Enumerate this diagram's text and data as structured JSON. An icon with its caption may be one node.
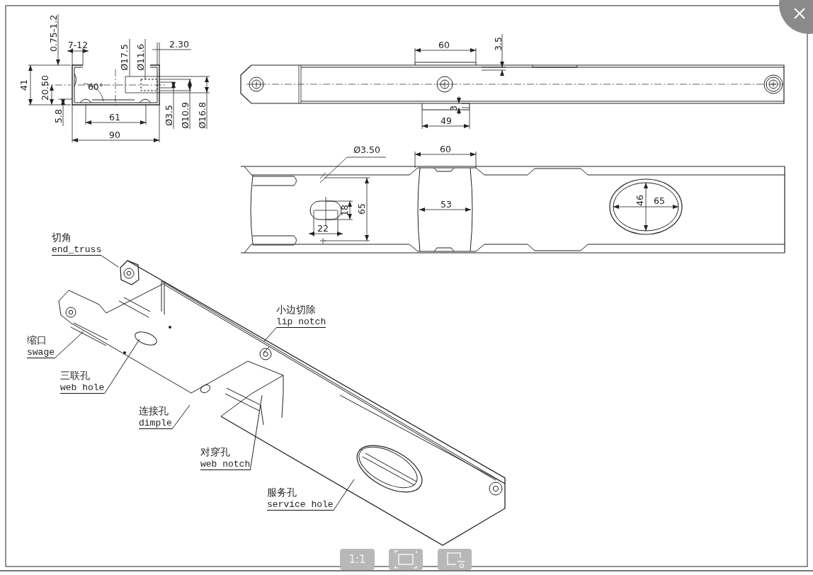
{
  "diagram": {
    "nodes": [
      {
        "text": [
          "切角",
          "end_truss"
        ]
      },
      {
        "text": [
          "小边切除",
          "lip notch"
        ]
      },
      {
        "text": [
          "缩口",
          "swage"
        ]
      },
      {
        "text": [
          "三联孔",
          "web hole"
        ]
      },
      {
        "text": [
          "连接孔",
          "dimple"
        ]
      },
      {
        "text": [
          "对穿孔",
          "web notch"
        ]
      },
      {
        "text": [
          "服务孔",
          "service hole"
        ]
      }
    ],
    "edges": [
      {
        "from": 0,
        "to": null,
        "arrow": "none"
      },
      {
        "from": 1,
        "to": null,
        "arrow": "none"
      },
      {
        "from": 2,
        "to": null,
        "arrow": "none"
      },
      {
        "from": 3,
        "to": null,
        "arrow": "none"
      },
      {
        "from": 4,
        "to": null,
        "arrow": "none"
      },
      {
        "from": 5,
        "to": null,
        "arrow": "none"
      },
      {
        "from": 6,
        "to": null,
        "arrow": "none"
      }
    ],
    "labels": [
      "0.75-1.2",
      "7-12",
      "41",
      "20.50",
      "60°",
      "Ø17.5",
      "Ø11.6",
      "2.30",
      "5.8",
      "61",
      "Ø3.5",
      "Ø10.9",
      "Ø16.8",
      "90",
      "60",
      "3.5",
      "3",
      "49",
      "Ø3.50",
      "60",
      "18",
      "65",
      "53",
      "46",
      "65",
      "22",
      "1:1"
    ]
  }
}
